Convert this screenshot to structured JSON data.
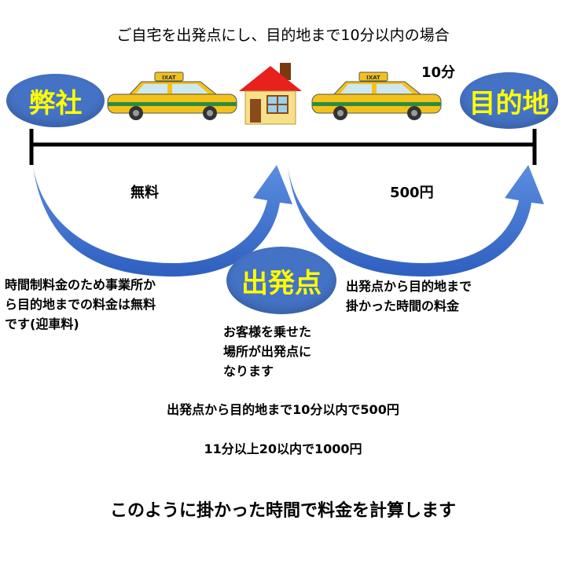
{
  "title": "ご自宅を出発点にし、目的地まで10分以内の場合",
  "nodes": {
    "company": "弊社",
    "destination": "目的地",
    "start": "出発点"
  },
  "taxi_sign": "IXAT",
  "labels": {
    "ten_min": "10分",
    "free": "無料",
    "fare": "500円"
  },
  "notes": {
    "left_line1": "時間制料金のため事業所か",
    "left_line2": "ら目的地までの料金は無料",
    "left_line3": "です(迎車料)",
    "right_line1": "出発点から目的地まで",
    "right_line2": "掛かった時間の料金",
    "center_line1": "お客様を乗せた",
    "center_line2": "場所が出発点に",
    "center_line3": "なります"
  },
  "pricing": {
    "line1": "出発点から目的地まで10分以内で500円",
    "line2": "11分以上20以内で1000円"
  },
  "conclusion": "このように掛かった時間で料金を計算します",
  "colors": {
    "bubble": "#4472c4",
    "bubble_text": "#ffff00",
    "arrow": "#3f6fcf",
    "taxi": "#f2c21b",
    "house_roof": "#e8201e"
  }
}
